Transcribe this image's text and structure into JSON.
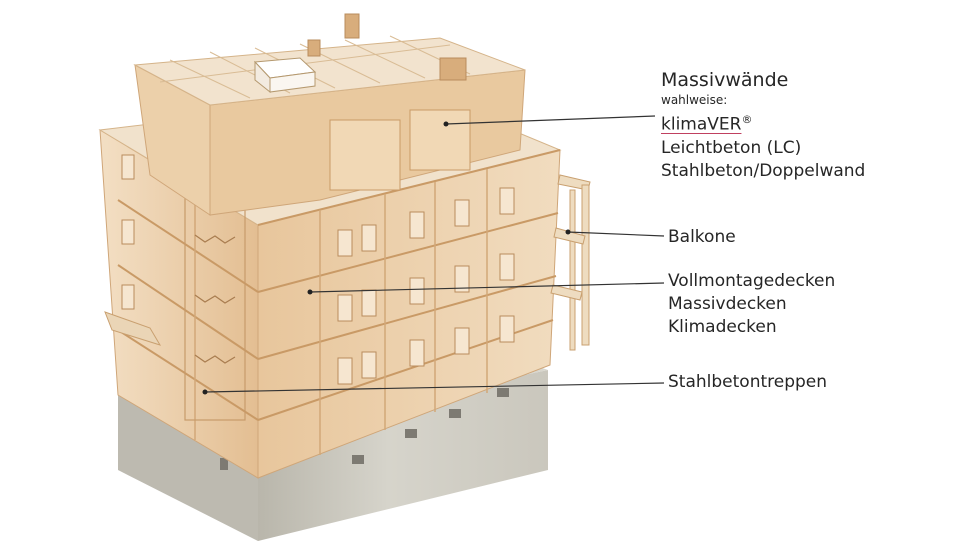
{
  "labels": {
    "massiv": {
      "title": "Massivwände",
      "sub": "wahlweise:",
      "options": [
        "klimaVER",
        "Leichtbeton (LC)",
        "Stahlbeton/Doppelwand"
      ],
      "trademark": "®"
    },
    "balkone": "Balkone",
    "decken": [
      "Vollmontagedecken",
      "Massivdecken",
      "Klimadecken"
    ],
    "treppen": "Stahlbetontreppen"
  },
  "colors": {
    "wood": "#e7c9a3",
    "wood_dark": "#cfa679",
    "glass": "#f0d3ad",
    "base": "#cfcdc4",
    "base_dark": "#b8b5aa",
    "line": "#333333",
    "text": "#262626"
  }
}
